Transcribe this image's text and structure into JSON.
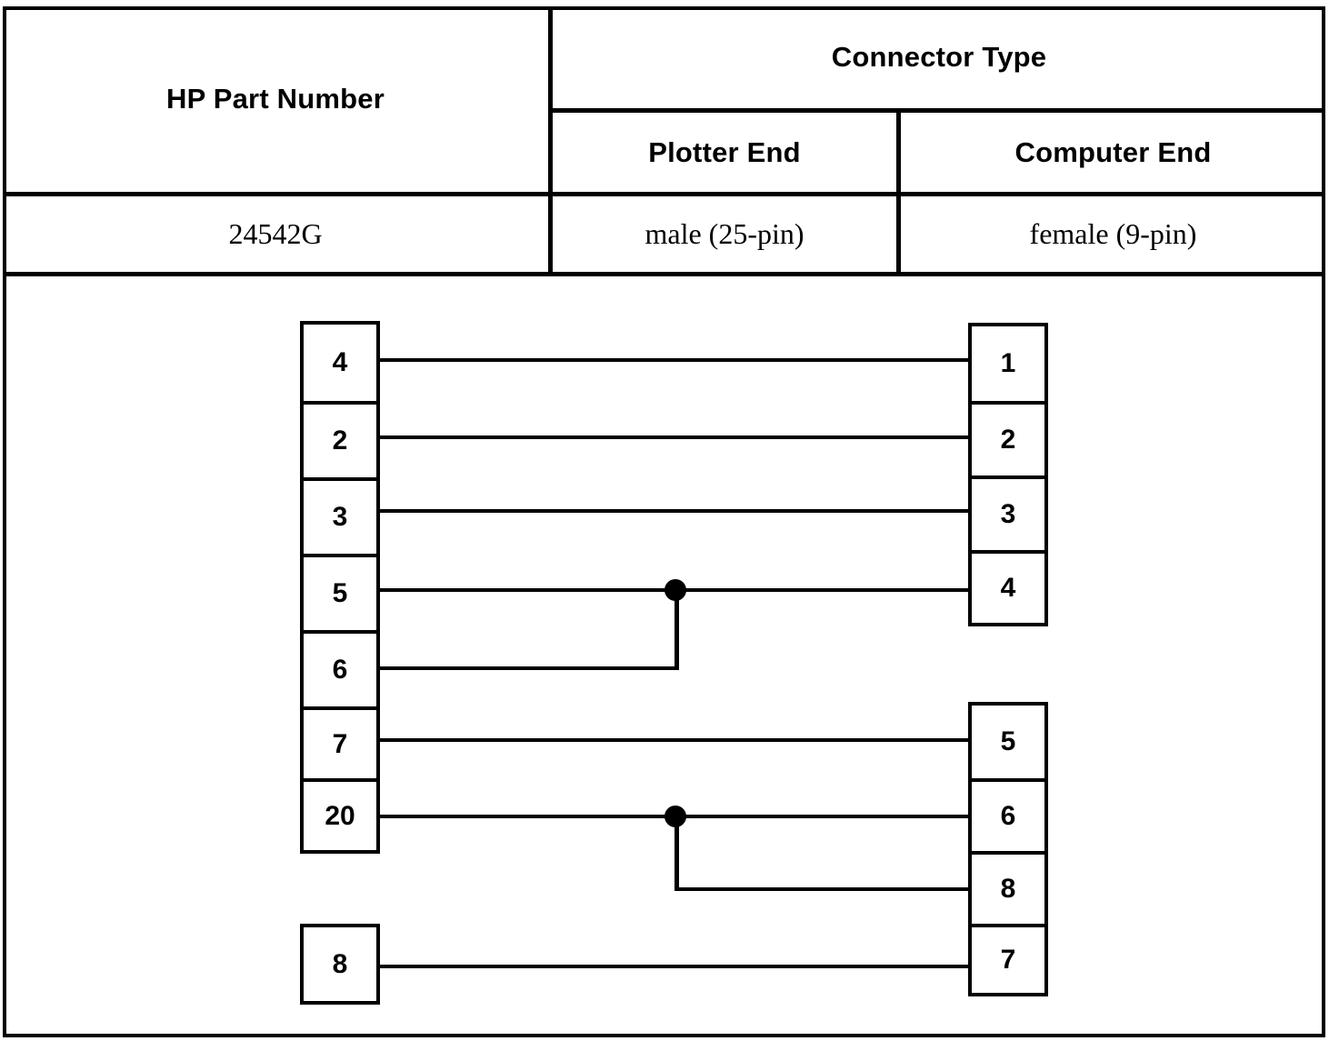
{
  "table": {
    "group_header": "Connector Type",
    "columns": [
      "HP Part Number",
      "Plotter End",
      "Computer End"
    ],
    "rows": [
      {
        "part_number": "24542G",
        "plotter_end": "male  (25-pin)",
        "computer_end": "female  (9-pin)"
      }
    ]
  },
  "diagram": {
    "plotter_connector": {
      "label": "male (25-pin)",
      "pins": [
        "4",
        "2",
        "3",
        "5",
        "6",
        "7",
        "20"
      ],
      "detached_pin": "8"
    },
    "computer_connector": {
      "label": "female (9-pin)",
      "upper_pins": [
        "1",
        "2",
        "3",
        "4"
      ],
      "lower_pins": [
        "5",
        "6",
        "8",
        "7"
      ]
    },
    "connections": [
      {
        "from": "4",
        "to": "1"
      },
      {
        "from": "2",
        "to": "2"
      },
      {
        "from": "3",
        "to": "3"
      },
      {
        "from": "5",
        "to": "4",
        "junction": true
      },
      {
        "from": "6",
        "to": "4",
        "junction": true
      },
      {
        "from": "7",
        "to": "5"
      },
      {
        "from": "20",
        "to": "6",
        "junction": true
      },
      {
        "from": "20",
        "to": "8",
        "junction": true
      },
      {
        "from": "8",
        "to": "7"
      }
    ],
    "colors": {
      "line": "#000000",
      "background": "#ffffff"
    }
  }
}
